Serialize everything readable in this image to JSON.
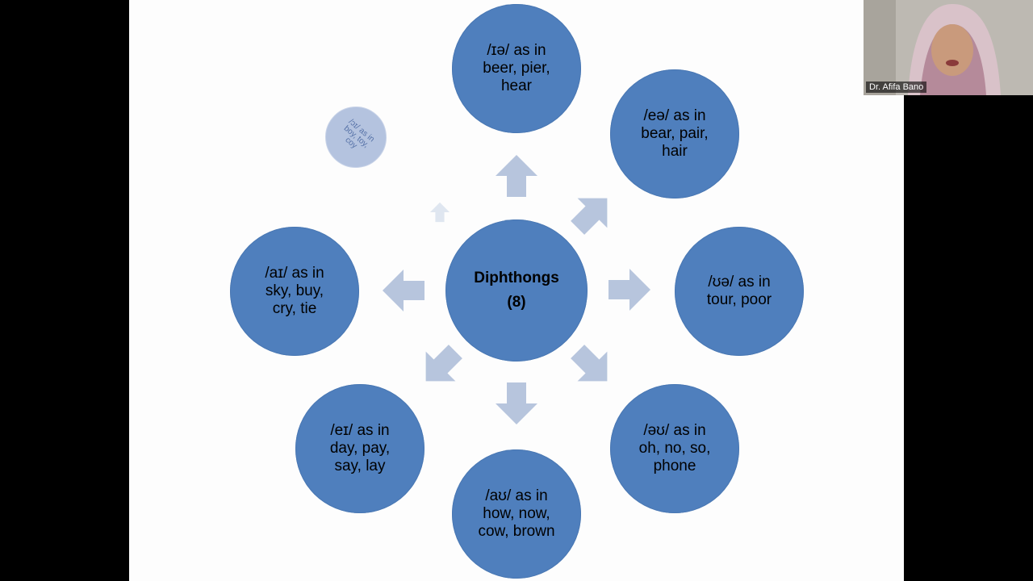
{
  "diagram": {
    "center": {
      "line1": "Diphthongs",
      "line2": "(8)"
    },
    "nodes": [
      {
        "id": "ie",
        "lines": [
          "/ɪə/ as in",
          "beer, pier,",
          "hear"
        ]
      },
      {
        "id": "ea",
        "lines": [
          "/eə/ as in",
          "bear, pair,",
          "hair"
        ]
      },
      {
        "id": "ua",
        "lines": [
          "/ʊə/ as in",
          "tour, poor"
        ]
      },
      {
        "id": "au2",
        "lines": [
          "/əʊ/ as in",
          "oh, no, so,",
          "phone"
        ]
      },
      {
        "id": "au",
        "lines": [
          "/aʊ/ as in",
          "how, now,",
          "cow, brown"
        ]
      },
      {
        "id": "ei",
        "lines": [
          "/eɪ/ as in",
          "day, pay,",
          "say, lay"
        ]
      },
      {
        "id": "ai",
        "lines": [
          "/aɪ/ as in",
          "sky, buy,",
          "cry, tie"
        ]
      }
    ],
    "ghost_node": {
      "lines": [
        "/ɔɪ/ as in",
        "boy, toy,",
        "coy"
      ]
    }
  },
  "colors": {
    "circle": "#4f7fbd",
    "arrow": "#b7c5dd",
    "slide_bg": "#fdfdfd"
  },
  "webcam": {
    "participant_name": "Dr. Afifa Bano"
  }
}
